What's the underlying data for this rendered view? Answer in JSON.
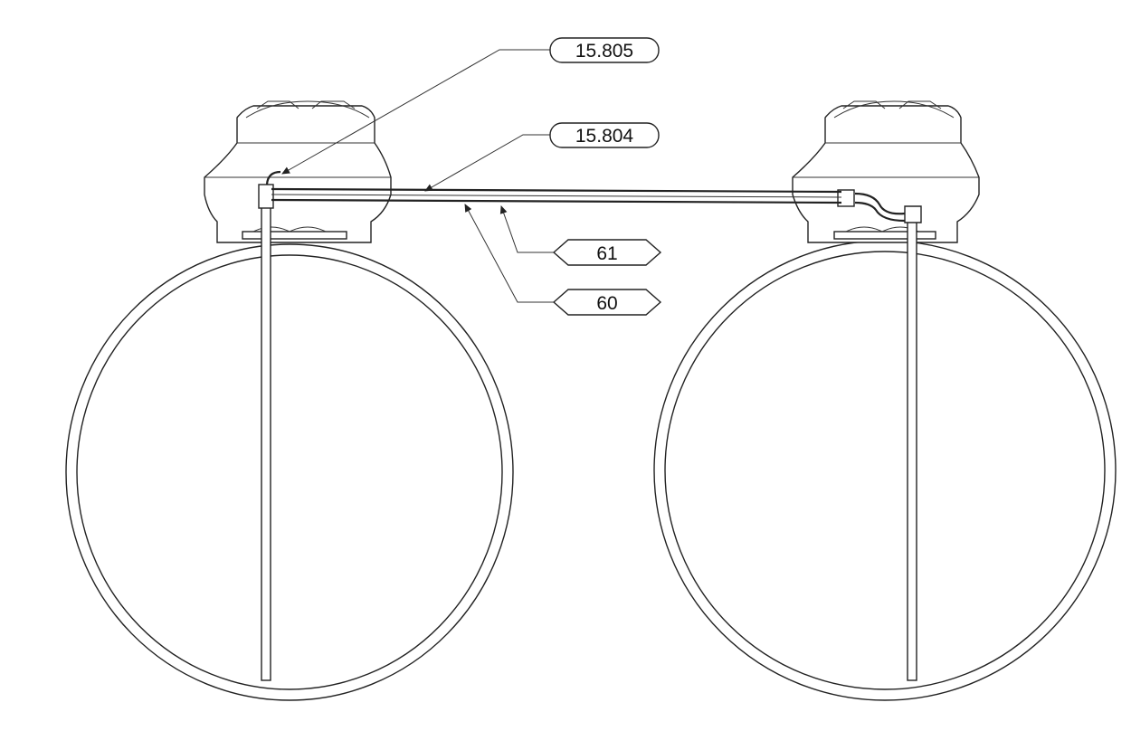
{
  "callouts": {
    "part_15805": "15.805",
    "part_15804": "15.804",
    "item_61": "61",
    "item_60": "60"
  }
}
